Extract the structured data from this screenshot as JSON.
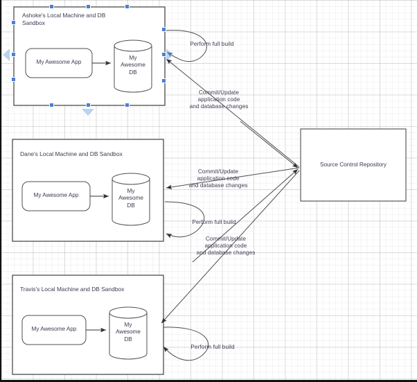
{
  "canvas": {
    "title": "Local Machine and DB Sandbox Source Control Diagram",
    "grid": true,
    "background_color": "#ffffff",
    "grid_minor_color": "#f0f0f0",
    "grid_major_color": "#e3e3e3",
    "stroke_color": "#4d4d4d",
    "text_color": "#3b3b52",
    "selection_color": "#4b7fd6"
  },
  "containers": [
    {
      "id": "ashoke",
      "title": "Ashoke's Local Machine and DB\nSandbox",
      "selected": true,
      "app": {
        "label": "My Awesome App"
      },
      "db": {
        "label": "My\nAwesome\nDB"
      }
    },
    {
      "id": "dane",
      "title": "Dane's Local Machine and DB Sandbox",
      "selected": false,
      "app": {
        "label": "My Awesome App"
      },
      "db": {
        "label": "My\nAwesome\nDB"
      }
    },
    {
      "id": "travis",
      "title": "Travis's Local Machine and DB Sandbox",
      "selected": false,
      "app": {
        "label": "My Awesome App"
      },
      "db": {
        "label": "My\nAwesome\nDB"
      }
    }
  ],
  "repository": {
    "label": "Source Control Repository"
  },
  "edge_labels": {
    "build_1": "Perform full build",
    "build_2": "Perform full build",
    "build_3": "Perform full build",
    "commit_1": "Commit/Update\napplication code\nand database changes",
    "commit_2": "Commit/Update\napplication code\nand database changes",
    "commit_3": "Commit/Update\napplication code\nand database changes"
  }
}
